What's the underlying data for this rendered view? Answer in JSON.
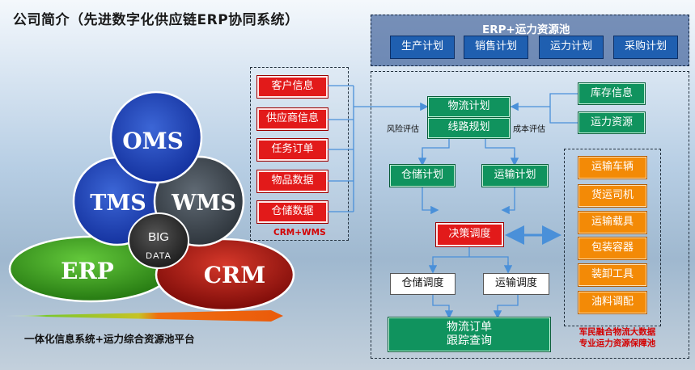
{
  "title": "公司简介（先进数字化供应链ERP协同系统）",
  "venn": {
    "oms": "OMS",
    "tms": "TMS",
    "wms": "WMS",
    "big": "BIG",
    "data": "DATA",
    "erp": "ERP",
    "crm": "CRM"
  },
  "platform_label": "一体化信息系统+运力综合资源池平台",
  "erp_pool": {
    "title": "ERP+运力资源池",
    "items": [
      "生产计划",
      "销售计划",
      "运力计划",
      "采购计划"
    ]
  },
  "crm_wms": {
    "items": [
      "客户信息",
      "供应商信息",
      "任务订单",
      "物品数据",
      "仓储数据"
    ],
    "caption": "CRM+WMS"
  },
  "flow": {
    "logistics_plan": "物流计划",
    "route_plan": "线路规划",
    "risk_eval": "风险评估",
    "cost_eval": "成本评估",
    "inventory": "库存信息",
    "capacity": "运力资源",
    "storage_plan": "仓储计划",
    "transport_plan": "运输计划",
    "decision": "决策调度",
    "storage_dispatch": "仓储调度",
    "transport_dispatch": "运输调度",
    "order_line1": "物流订单",
    "order_line2": "跟踪查询"
  },
  "resource_pool": {
    "items": [
      "运输车辆",
      "货运司机",
      "运输载具",
      "包装容器",
      "装卸工具",
      "油料调配"
    ],
    "caption_line1": "军民融合物流大数据",
    "caption_line2": "专业运力资源保障池"
  },
  "colors": {
    "blue": "#1f5fb0",
    "red": "#e21a1a",
    "green": "#10935e",
    "orange": "#f38a06",
    "arrow": "#4a90d9"
  }
}
